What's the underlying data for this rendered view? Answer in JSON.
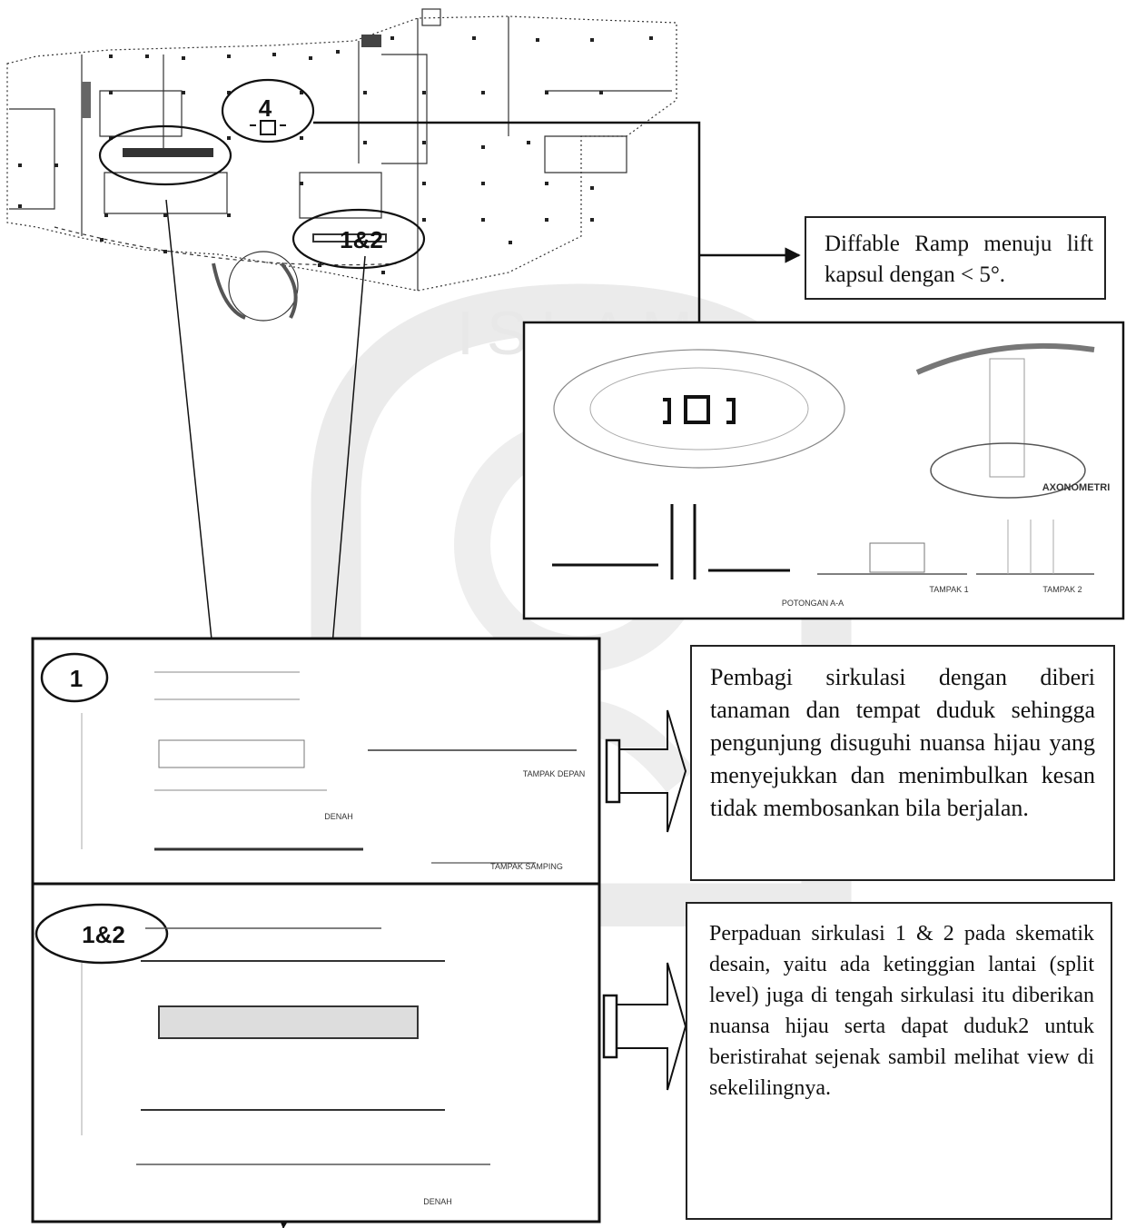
{
  "markers": {
    "m4": "4",
    "m12_plan": "1&2",
    "m1_panel": "1",
    "m12_panel": "1&2"
  },
  "detail_ramp": {
    "labels": {
      "axonometri": "AXONOMETRI",
      "potongan": "POTONGAN A-A",
      "tampak1": "TAMPAK 1",
      "tampak2": "TAMPAK 2"
    }
  },
  "detail_1": {
    "labels": {
      "tampak_depan": "TAMPAK DEPAN",
      "tampak_samping": "TAMPAK SAMPING",
      "denah": "DENAH"
    }
  },
  "detail_12": {
    "labels": {
      "denah": "DENAH"
    }
  },
  "notes": {
    "ramp": "Diffable Ramp menuju lift kapsul dengan < 5°.",
    "sirkulasi_1": "Pembagi sirkulasi dengan diberi tanaman dan tempat duduk sehingga pengunjung disuguhi nuansa hijau yang menyejukkan dan menimbulkan kesan tidak membosankan bila berjalan.",
    "sirkulasi_12": "Perpaduan sirkulasi 1 & 2 pada skematik desain, yaitu ada ketinggian lantai (split level) juga di tengah sirkulasi itu diberikan nuansa hijau serta dapat duduk2 untuk beristirahat sejenak sambil melihat view di sekelilingnya."
  },
  "watermark": {
    "text": "ISLAM"
  },
  "colors": {
    "line": "#111111",
    "light": "#9a9a9a",
    "watermark": "#e6e6e6"
  }
}
